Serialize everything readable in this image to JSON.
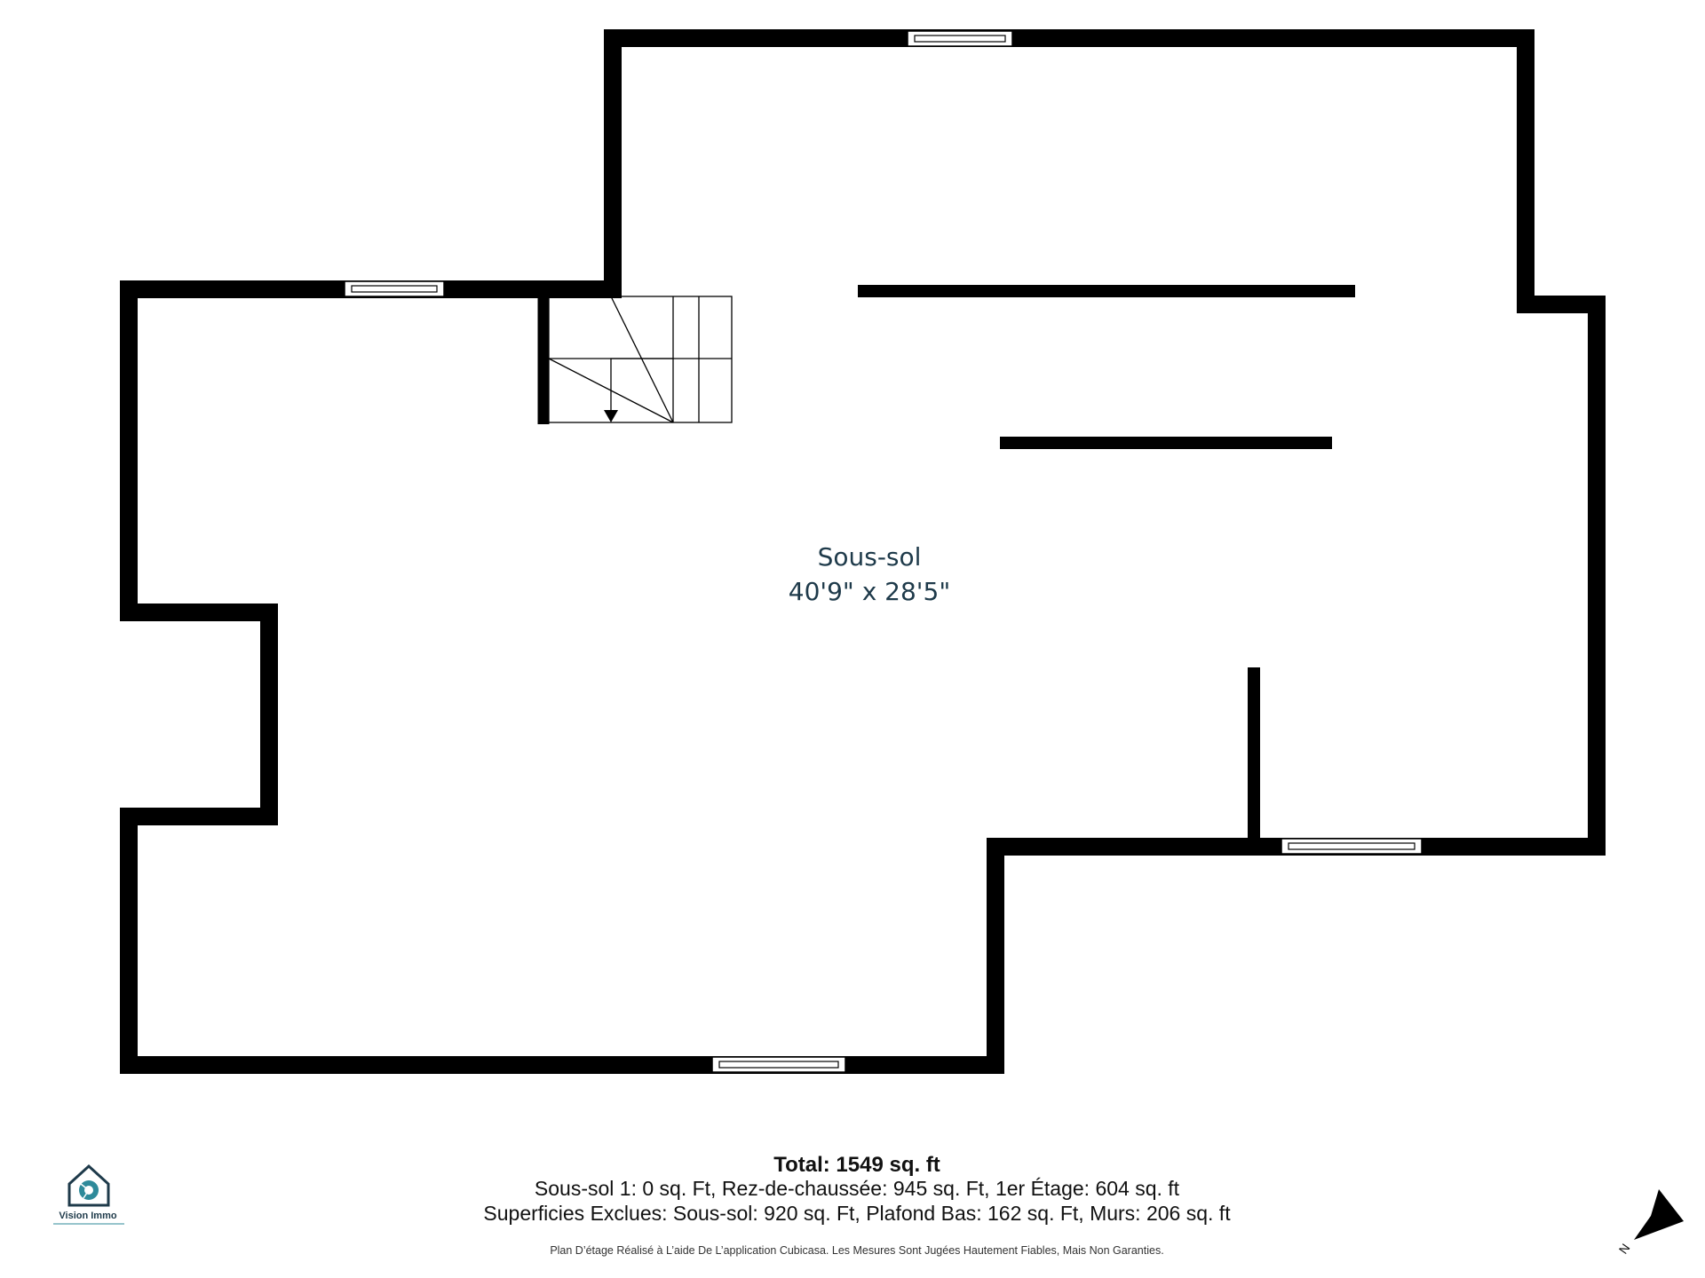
{
  "room": {
    "name": "Sous-sol",
    "dimensions": "40'9\" x 28'5\""
  },
  "footer": {
    "total": "Total: 1549 sq. ft",
    "breakdown": "Sous-sol 1: 0 sq. Ft, Rez-de-chaussée: 945 sq. Ft, 1er Étage: 604 sq. ft",
    "excluded": "Superficies Exclues: Sous-sol: 920 sq. Ft, Plafond Bas: 162 sq. Ft, Murs: 206 sq. ft",
    "note": "Plan D’étage Réalisé à L’aide De L’application Cubicasa. Les Mesures Sont Jugées Hautement Fiables, Mais Non Garanties."
  },
  "logo": {
    "name": "Vision Immo",
    "color": "#2e8a9a"
  },
  "compass": {
    "letter": "N",
    "icon": "north-arrow-icon"
  },
  "colors": {
    "wall": "#000000",
    "room_text": "#1e3a4a",
    "background": "#ffffff"
  }
}
